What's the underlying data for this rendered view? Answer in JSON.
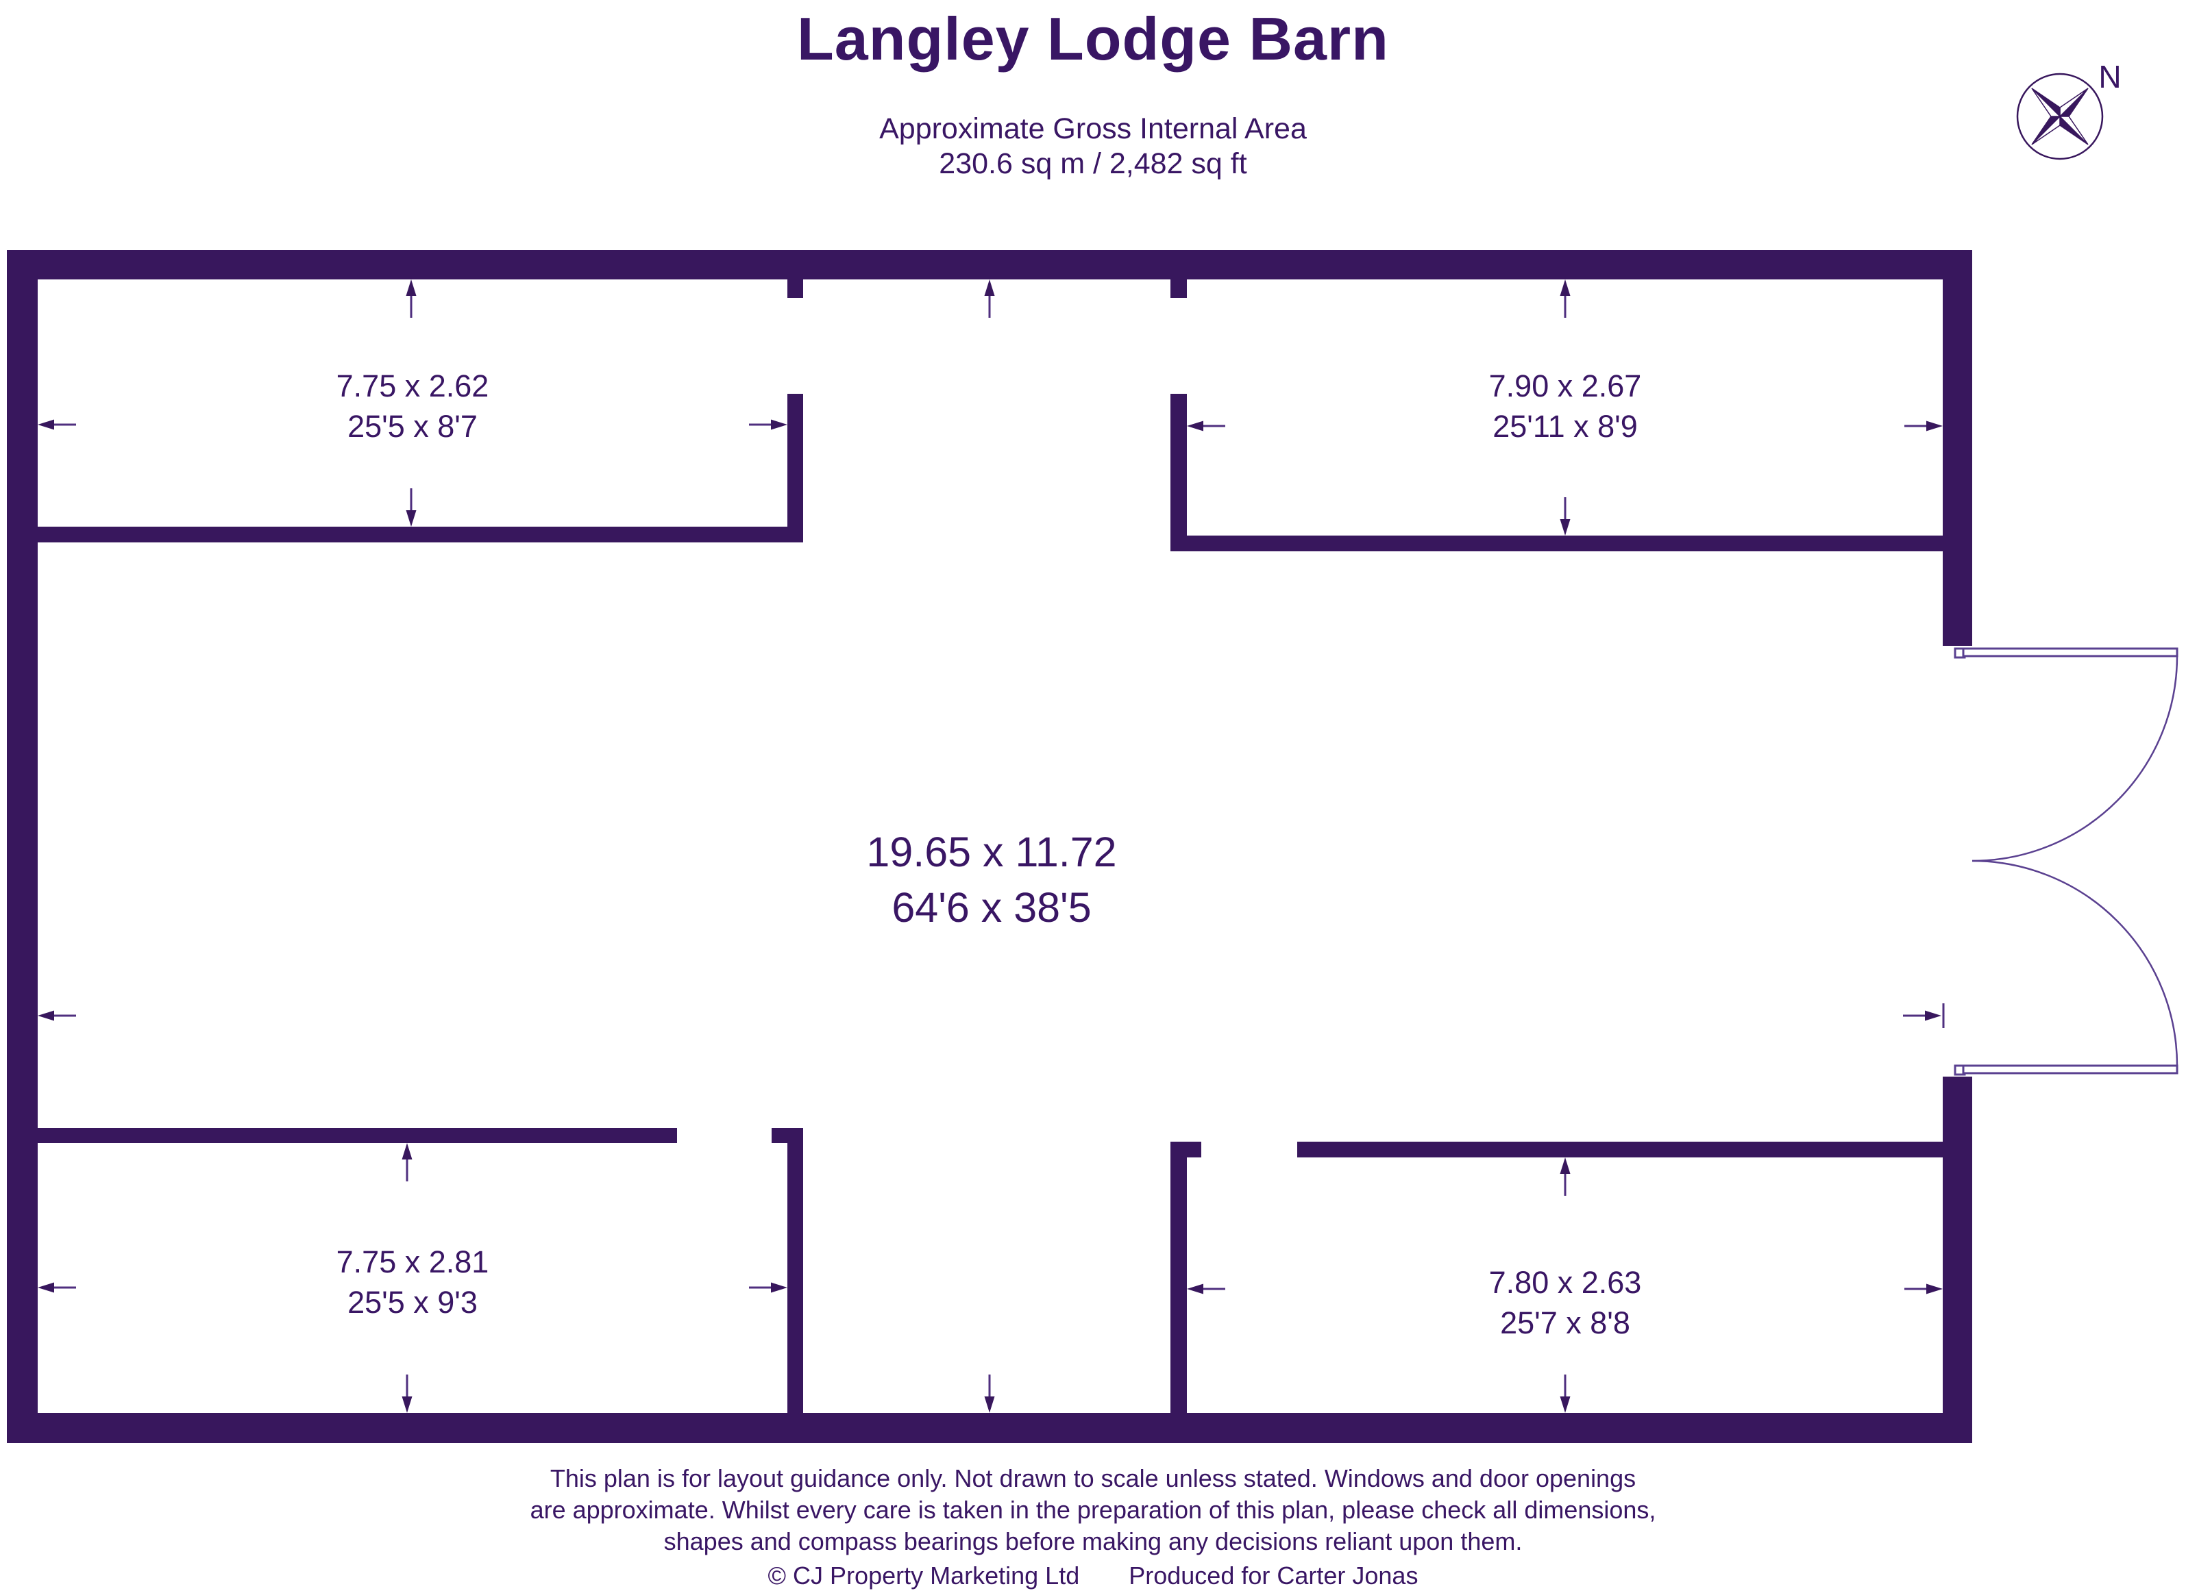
{
  "header": {
    "title": "Langley Lodge Barn",
    "area_label": "Approximate Gross Internal Area",
    "area_value": "230.6 sq m / 2,482 sq ft",
    "compass_north": "N"
  },
  "rooms": [
    {
      "id": "top-left-room",
      "metric": "7.75 x 2.62",
      "imperial": "25'5 x 8'7"
    },
    {
      "id": "top-right-room",
      "metric": "7.90 x 2.67",
      "imperial": "25'11 x 8'9"
    },
    {
      "id": "main-hall",
      "metric": "19.65 x 11.72",
      "imperial": "64'6 x 38'5"
    },
    {
      "id": "bottom-left-room",
      "metric": "7.75 x 2.81",
      "imperial": "25'5 x 9'3"
    },
    {
      "id": "bottom-right-room",
      "metric": "7.80 x 2.63",
      "imperial": "25'7 x 8'8"
    }
  ],
  "footer": {
    "disclaimer_line1": "This plan is for layout guidance only. Not drawn to scale unless stated. Windows and door openings",
    "disclaimer_line2": "are approximate. Whilst every care is taken in the preparation of this plan, please check all dimensions,",
    "disclaimer_line3": "shapes and compass bearings before making any decisions reliant upon them.",
    "copyright": "© CJ Property Marketing Ltd",
    "produced": "Produced for Carter Jonas"
  },
  "colors": {
    "wall": "#38175D",
    "ink": "#391664",
    "line": "#4F2F7F",
    "thin": "#5A4090"
  }
}
